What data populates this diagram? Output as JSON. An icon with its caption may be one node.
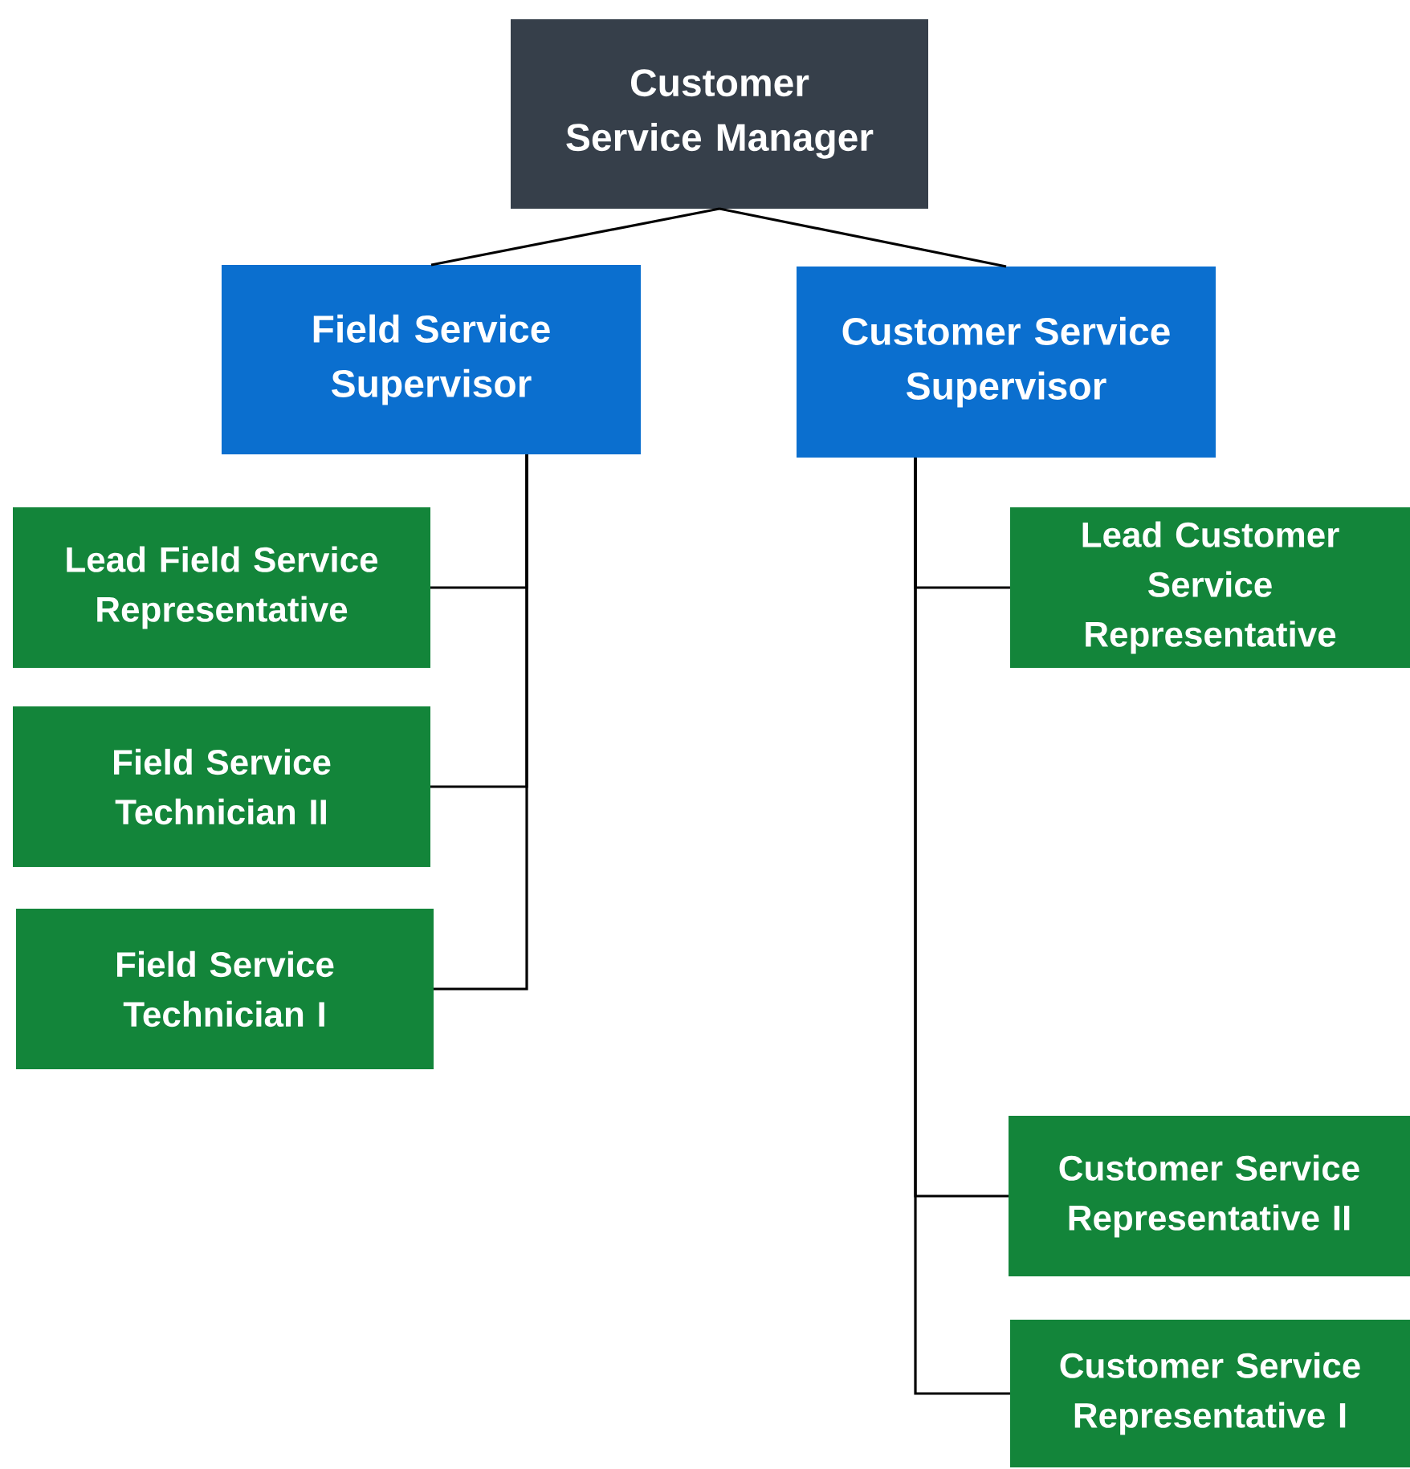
{
  "diagram": {
    "nodes": [
      {
        "text": [
          "Customer Service Manager"
        ]
      },
      {
        "text": [
          "Field Service Supervisor"
        ]
      },
      {
        "text": [
          "Customer Service Supervisor"
        ]
      },
      {
        "text": [
          "Lead Field Service Representative"
        ]
      },
      {
        "text": [
          "Field Service Technician II"
        ]
      },
      {
        "text": [
          "Field Service Technician I"
        ]
      },
      {
        "text": [
          "Lead Customer Service Representative"
        ]
      },
      {
        "text": [
          "Customer Service Representative II"
        ]
      },
      {
        "text": [
          "Customer Service Representative I"
        ]
      }
    ],
    "edges": [
      {
        "from": 0,
        "to": 1,
        "arrow": "none"
      },
      {
        "from": 0,
        "to": 2,
        "arrow": "none"
      },
      {
        "from": 1,
        "to": 3,
        "arrow": "none"
      },
      {
        "from": 1,
        "to": 4,
        "arrow": "none"
      },
      {
        "from": 1,
        "to": 5,
        "arrow": "none"
      },
      {
        "from": 2,
        "to": 6,
        "arrow": "none"
      },
      {
        "from": 2,
        "to": 7,
        "arrow": "none"
      },
      {
        "from": 2,
        "to": 8,
        "arrow": "none"
      }
    ]
  }
}
